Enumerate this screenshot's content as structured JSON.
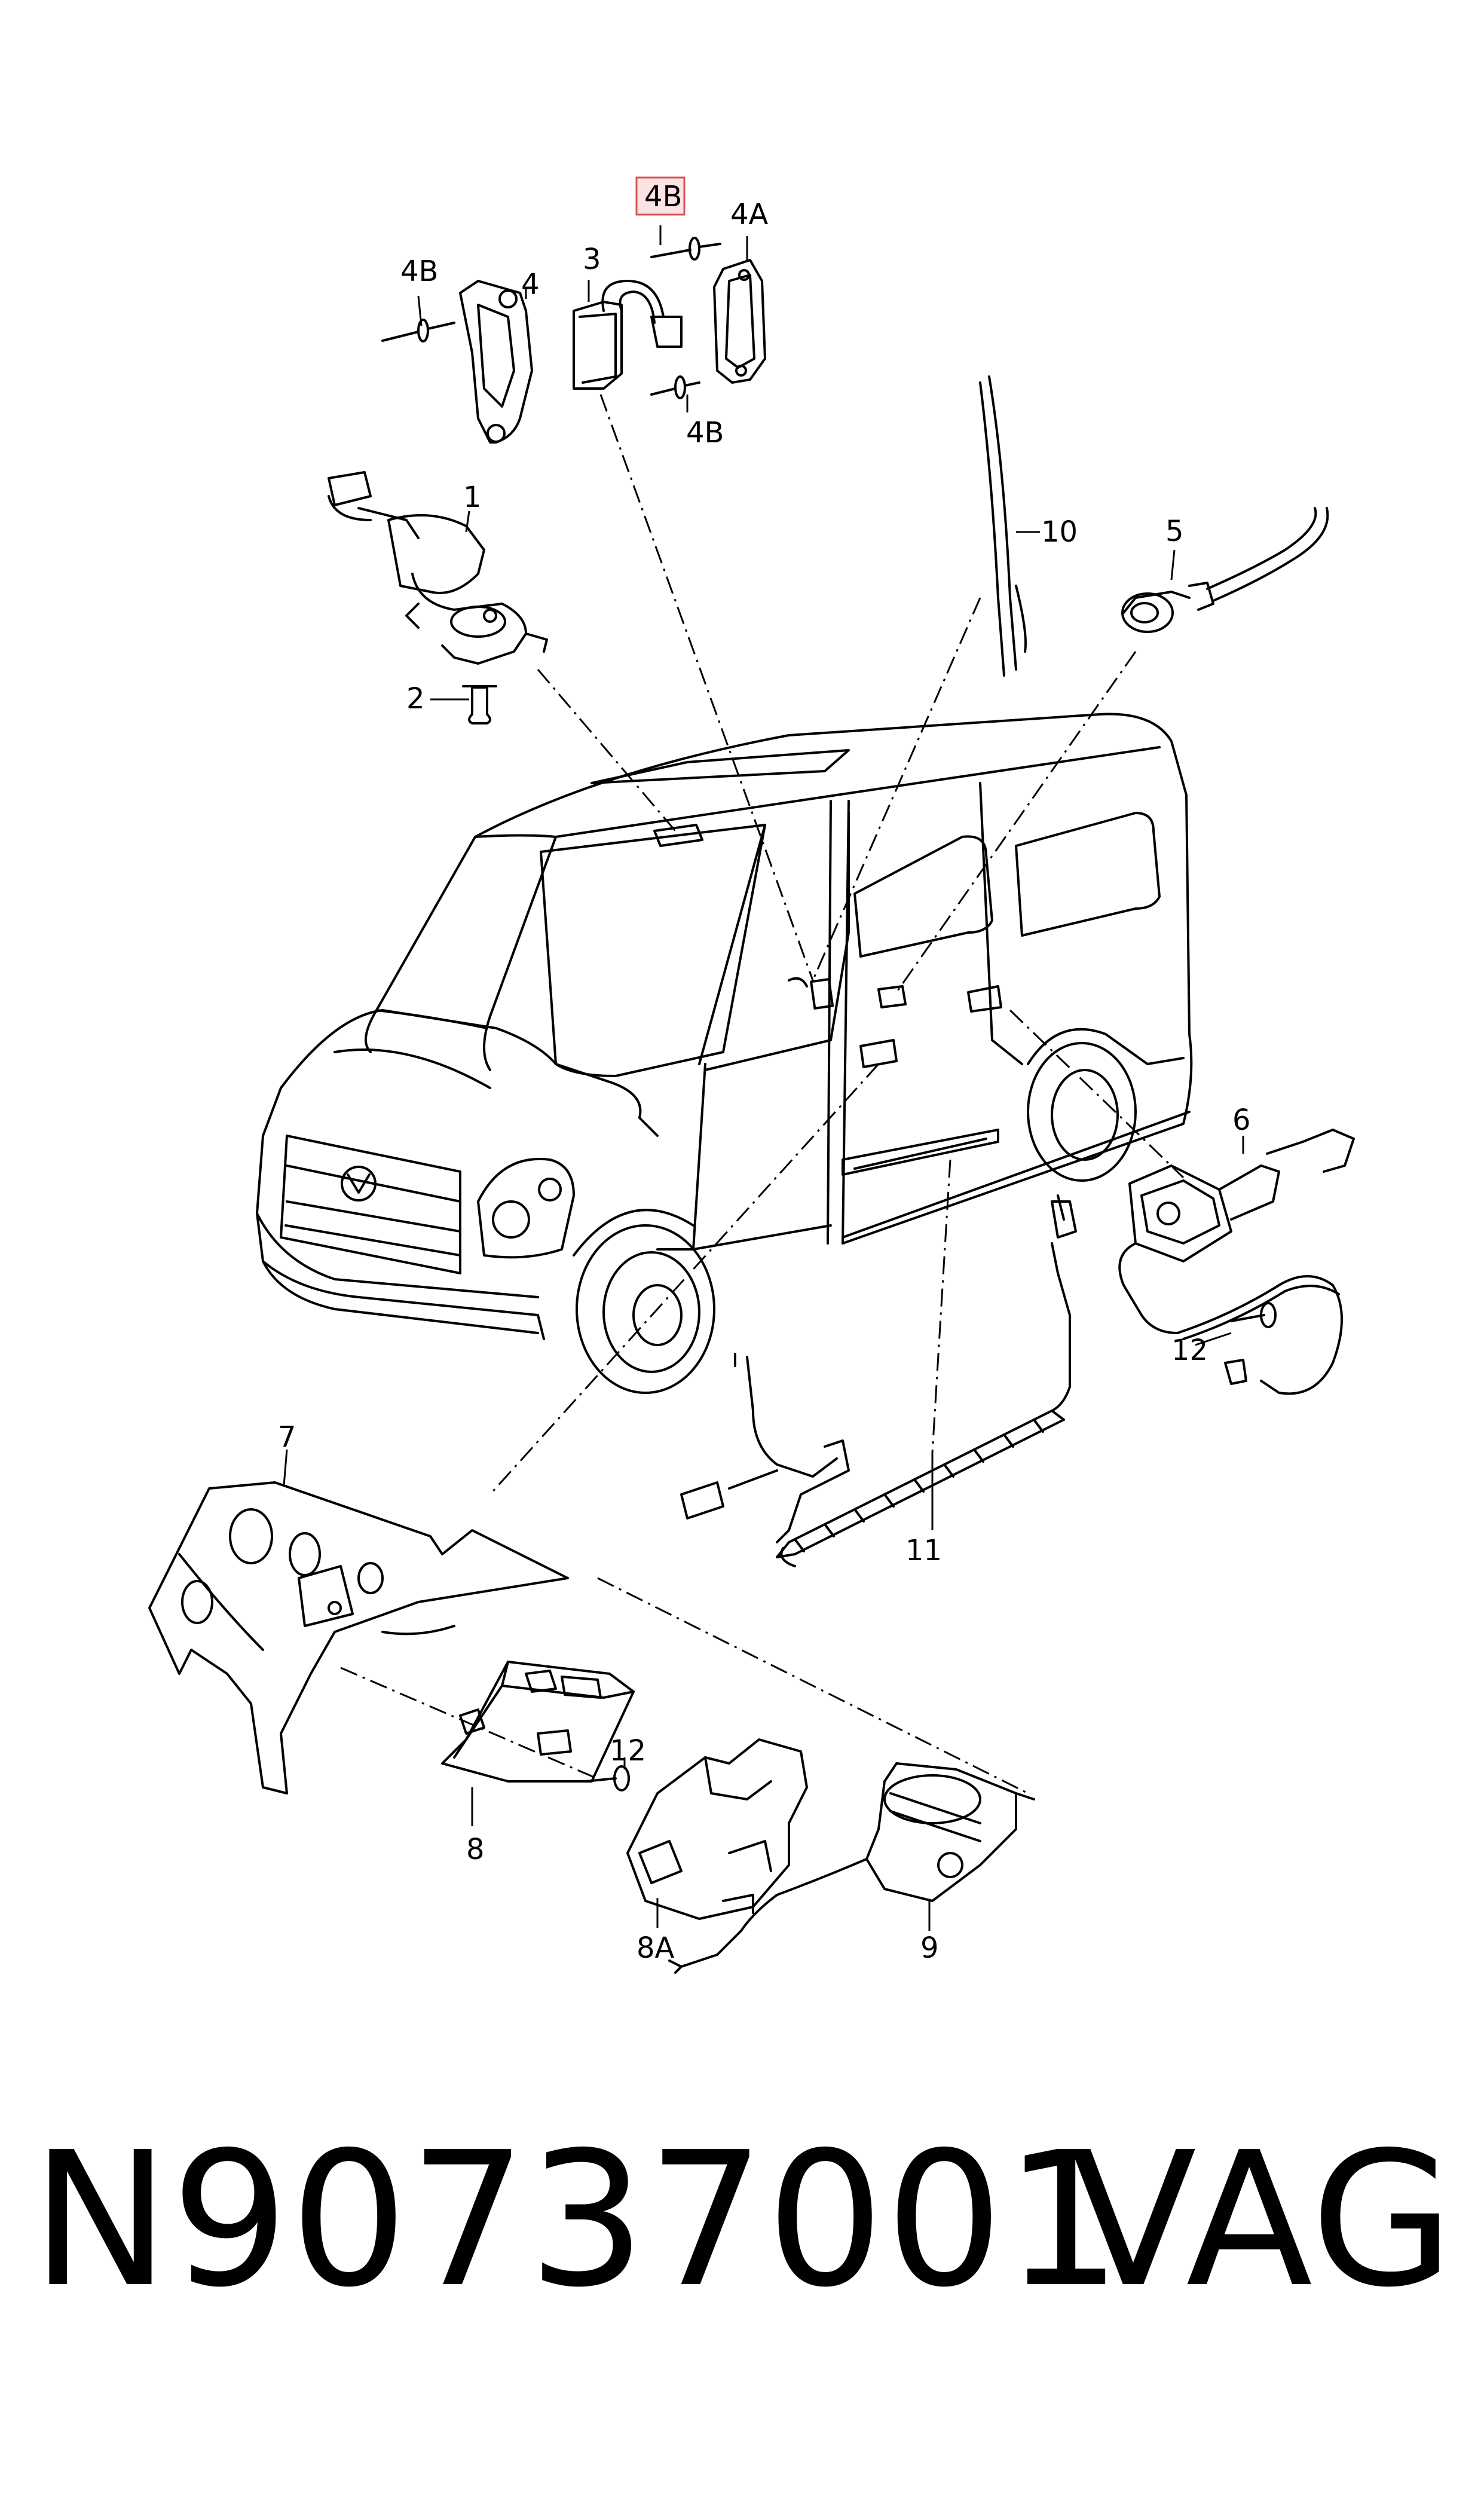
{
  "callouts": {
    "c1": "1",
    "c2": "2",
    "c3": "3",
    "c4": "4",
    "c4a": "4A",
    "c4b_top": "4B",
    "c4b_left": "4B",
    "c4b_bottom": "4B",
    "c5": "5",
    "c6": "6",
    "c7": "7",
    "c8": "8",
    "c8a": "8A",
    "c9": "9",
    "c10": "10",
    "c11": "11",
    "c12_right": "12",
    "c12_lower": "12"
  },
  "caption": {
    "part_number": "N90737001",
    "brand": "VAG"
  },
  "colors": {
    "line": "#000000",
    "highlight_border": "#d9534f",
    "highlight_fill": "#fbe3e3"
  }
}
